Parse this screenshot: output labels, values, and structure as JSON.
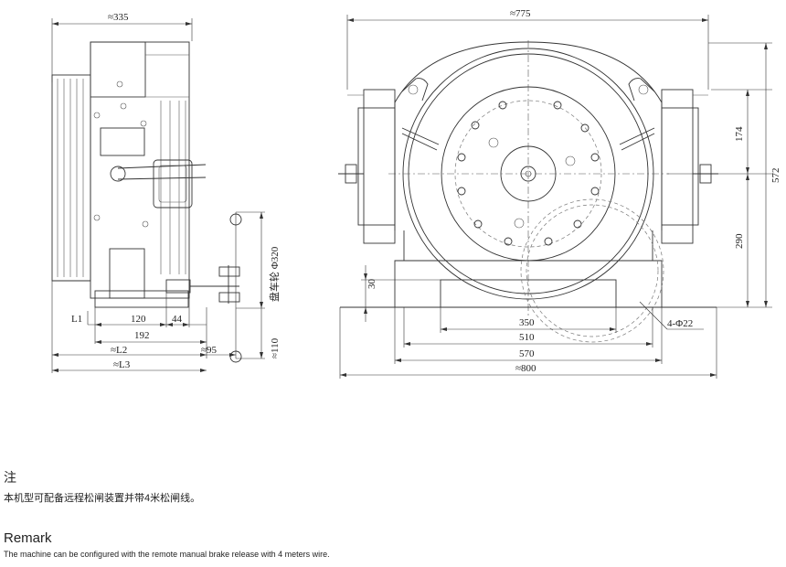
{
  "dims": {
    "side_width": "≈335",
    "front_width": "≈775",
    "base_width": "≈800",
    "d174": "174",
    "d572": "572",
    "d290": "290",
    "d30": "30",
    "d350": "350",
    "d510": "510",
    "d570": "570",
    "hole": "4-Φ22",
    "L1": "L1",
    "d120": "120",
    "d44": "44",
    "d192": "192",
    "L2": "≈L2",
    "d95": "≈95",
    "L3": "≈L3",
    "d110": "≈110",
    "handwheel": "盘车轮 Φ320"
  },
  "notes": {
    "title_cn": "注",
    "text_cn": "本机型可配备远程松闸装置并带4米松闸线。",
    "title_en": "Remark",
    "text_en": "The machine can be configured with the remote manual brake release with 4 meters wire."
  }
}
